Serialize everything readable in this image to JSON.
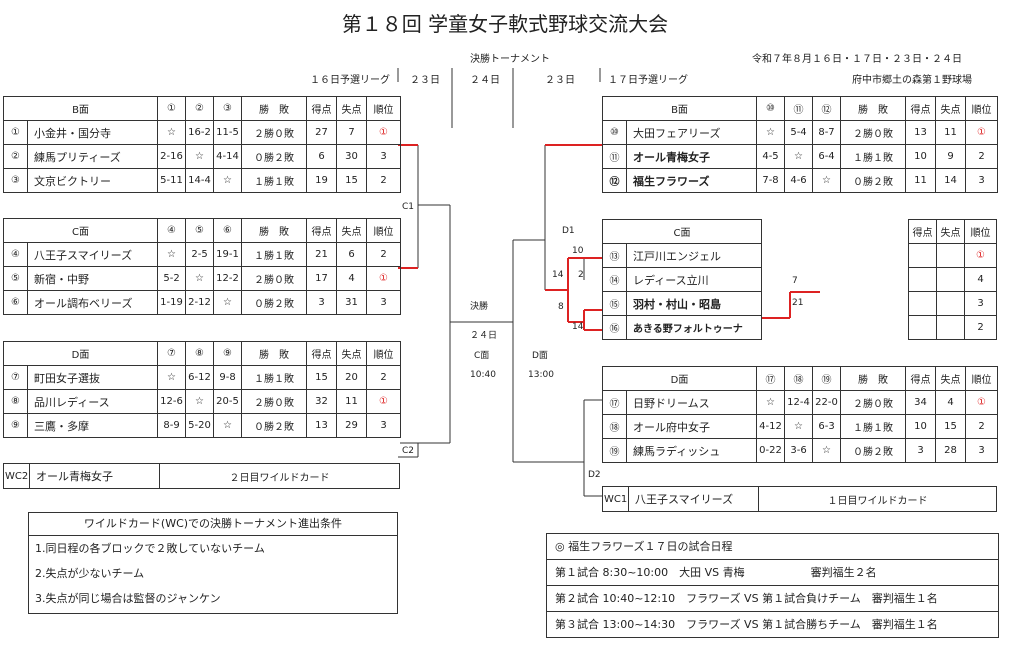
{
  "title": "第１８回 学童女子軟式野球交流大会",
  "header": {
    "final_tournament": "決勝トーナメント",
    "dates": "令和７年８月１６日・１７日・２３日・２４日",
    "day16": "１６日予選リーグ",
    "d23a": "２３日",
    "d24": "２４日",
    "d23b": "２３日",
    "day17": "１７日予選リーグ",
    "venue": "府中市郷土の森第１野球場"
  },
  "col_headers": {
    "record": "勝　敗",
    "pts": "得点",
    "lost": "失点",
    "rank": "順位"
  },
  "groups": {
    "B_left": {
      "name": "B面",
      "cols": [
        "①",
        "②",
        "③"
      ],
      "rows": [
        {
          "no": "①",
          "team": "小金井・国分寺",
          "c": [
            "☆",
            "16-2",
            "11-5"
          ],
          "rec": "２勝０敗",
          "pts": "27",
          "lost": "7",
          "rank": "①"
        },
        {
          "no": "②",
          "team": "練馬プリティーズ",
          "c": [
            "2-16",
            "☆",
            "4-14"
          ],
          "rec": "０勝２敗",
          "pts": "6",
          "lost": "30",
          "rank": "3"
        },
        {
          "no": "③",
          "team": "文京ビクトリー",
          "c": [
            "5-11",
            "14-4",
            "☆"
          ],
          "rec": "１勝１敗",
          "pts": "19",
          "lost": "15",
          "rank": "2"
        }
      ]
    },
    "C_left": {
      "name": "C面",
      "cols": [
        "④",
        "⑤",
        "⑥"
      ],
      "rows": [
        {
          "no": "④",
          "team": "八王子スマイリーズ",
          "c": [
            "☆",
            "2-5",
            "19-1"
          ],
          "rec": "１勝１敗",
          "pts": "21",
          "lost": "6",
          "rank": "2"
        },
        {
          "no": "⑤",
          "team": "新宿・中野",
          "c": [
            "5-2",
            "☆",
            "12-2"
          ],
          "rec": "２勝０敗",
          "pts": "17",
          "lost": "4",
          "rank": "①"
        },
        {
          "no": "⑥",
          "team": "オール調布ベリーズ",
          "c": [
            "1-19",
            "2-12",
            "☆"
          ],
          "rec": "０勝２敗",
          "pts": "3",
          "lost": "31",
          "rank": "3"
        }
      ]
    },
    "D_left": {
      "name": "D面",
      "cols": [
        "⑦",
        "⑧",
        "⑨"
      ],
      "rows": [
        {
          "no": "⑦",
          "team": "町田女子選抜",
          "c": [
            "☆",
            "6-12",
            "9-8"
          ],
          "rec": "１勝１敗",
          "pts": "15",
          "lost": "20",
          "rank": "2"
        },
        {
          "no": "⑧",
          "team": "品川レディース",
          "c": [
            "12-6",
            "☆",
            "20-5"
          ],
          "rec": "２勝０敗",
          "pts": "32",
          "lost": "11",
          "rank": "①"
        },
        {
          "no": "⑨",
          "team": "三鷹・多摩",
          "c": [
            "8-9",
            "5-20",
            "☆"
          ],
          "rec": "０勝２敗",
          "pts": "13",
          "lost": "29",
          "rank": "3"
        }
      ]
    },
    "B_right": {
      "name": "B面",
      "cols": [
        "⑩",
        "⑪",
        "⑫"
      ],
      "rows": [
        {
          "no": "⑩",
          "team": "大田フェアリーズ",
          "c": [
            "☆",
            "5-4",
            "8-7"
          ],
          "rec": "２勝０敗",
          "pts": "13",
          "lost": "11",
          "rank": "①"
        },
        {
          "no": "⑪",
          "team": "オール青梅女子",
          "c": [
            "4-5",
            "☆",
            "6-4"
          ],
          "rec": "１勝１敗",
          "pts": "10",
          "lost": "9",
          "rank": "2"
        },
        {
          "no": "⑫",
          "team": "福生フラワーズ",
          "c": [
            "7-8",
            "4-6",
            "☆"
          ],
          "rec": "０勝２敗",
          "pts": "11",
          "lost": "14",
          "rank": "3"
        }
      ]
    },
    "D_right": {
      "name": "D面",
      "cols": [
        "⑰",
        "⑱",
        "⑲"
      ],
      "rows": [
        {
          "no": "⑰",
          "team": "日野ドリームス",
          "c": [
            "☆",
            "12-4",
            "22-0"
          ],
          "rec": "２勝０敗",
          "pts": "34",
          "lost": "4",
          "rank": "①"
        },
        {
          "no": "⑱",
          "team": "オール府中女子",
          "c": [
            "4-12",
            "☆",
            "6-3"
          ],
          "rec": "１勝１敗",
          "pts": "10",
          "lost": "15",
          "rank": "2"
        },
        {
          "no": "⑲",
          "team": "練馬ラディッシュ",
          "c": [
            "0-22",
            "3-6",
            "☆"
          ],
          "rec": "０勝２敗",
          "pts": "3",
          "lost": "28",
          "rank": "3"
        }
      ]
    }
  },
  "c_right": {
    "name": "C面",
    "teams": [
      {
        "no": "⑬",
        "team": "江戸川エンジェル"
      },
      {
        "no": "⑭",
        "team": "レディース立川"
      },
      {
        "no": "⑮",
        "team": "羽村・村山・昭島"
      },
      {
        "no": "⑯",
        "team": "あきる野フォルトゥーナ"
      }
    ],
    "ranks": [
      "①",
      "4",
      "3",
      "2"
    ]
  },
  "wildcards": {
    "wc2": {
      "label": "WC2",
      "team": "オール青梅女子",
      "desc": "２日目ワイルドカード"
    },
    "wc1": {
      "label": "WC1",
      "team": "八王子スマイリーズ",
      "desc": "１日目ワイルドカード"
    }
  },
  "bracket": {
    "c1": "C1",
    "c2": "C2",
    "d1": "D1",
    "d2": "D2",
    "final": "決勝",
    "final_date": "２４日",
    "c_court": "C面",
    "c_time": "10:40",
    "d_court": "D面",
    "d_time": "13:00",
    "s10": "10",
    "s2": "2",
    "s14a": "14",
    "s8": "8",
    "s14b": "14",
    "s7": "7",
    "s21": "21"
  },
  "conditions": {
    "title": "ワイルドカード(WC)での決勝トーナメント進出条件",
    "items": [
      "1.同日程の各ブロックで２敗していないチーム",
      "2.失点が少ないチーム",
      "3.失点が同じ場合は監督のジャンケン"
    ]
  },
  "schedule": {
    "title": "◎ 福生フラワーズ１７日の試合日程",
    "items": [
      "第１試合 8:30~10:00　大田 VS 青梅　　　　　　審判福生２名",
      "第２試合 10:40~12:10　フラワーズ VS 第１試合負けチーム　審判福生１名",
      "第３試合 13:00~14:30　フラワーズ VS 第１試合勝ちチーム　審判福生１名"
    ]
  }
}
